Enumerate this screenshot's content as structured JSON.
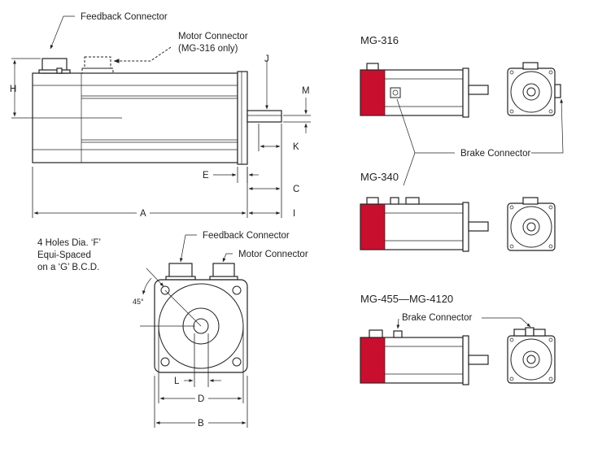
{
  "side_view": {
    "feedback_connector": "Feedback Connector",
    "motor_connector_line1": "Motor Connector",
    "motor_connector_line2": "(MG-316 only)",
    "dims": {
      "A": "A",
      "C": "C",
      "E": "E",
      "H": "H",
      "I": "I",
      "J": "J",
      "K": "K",
      "M": "M"
    }
  },
  "front_view": {
    "holes_line1": "4 Holes Dia. ‘F’",
    "holes_line2": "Equi-Spaced",
    "holes_line3": "on a ‘G’ B.C.D.",
    "angle": "45°",
    "feedback_connector": "Feedback Connector",
    "motor_connector": "Motor Connector",
    "dims": {
      "B": "B",
      "D": "D",
      "L": "L"
    }
  },
  "variants": {
    "mg316": {
      "title": "MG-316"
    },
    "brake_connector_1": "Brake Connector",
    "mg340": {
      "title": "MG-340"
    },
    "mg455": {
      "title": "MG-455—MG-4120"
    },
    "brake_connector_2": "Brake Connector"
  }
}
